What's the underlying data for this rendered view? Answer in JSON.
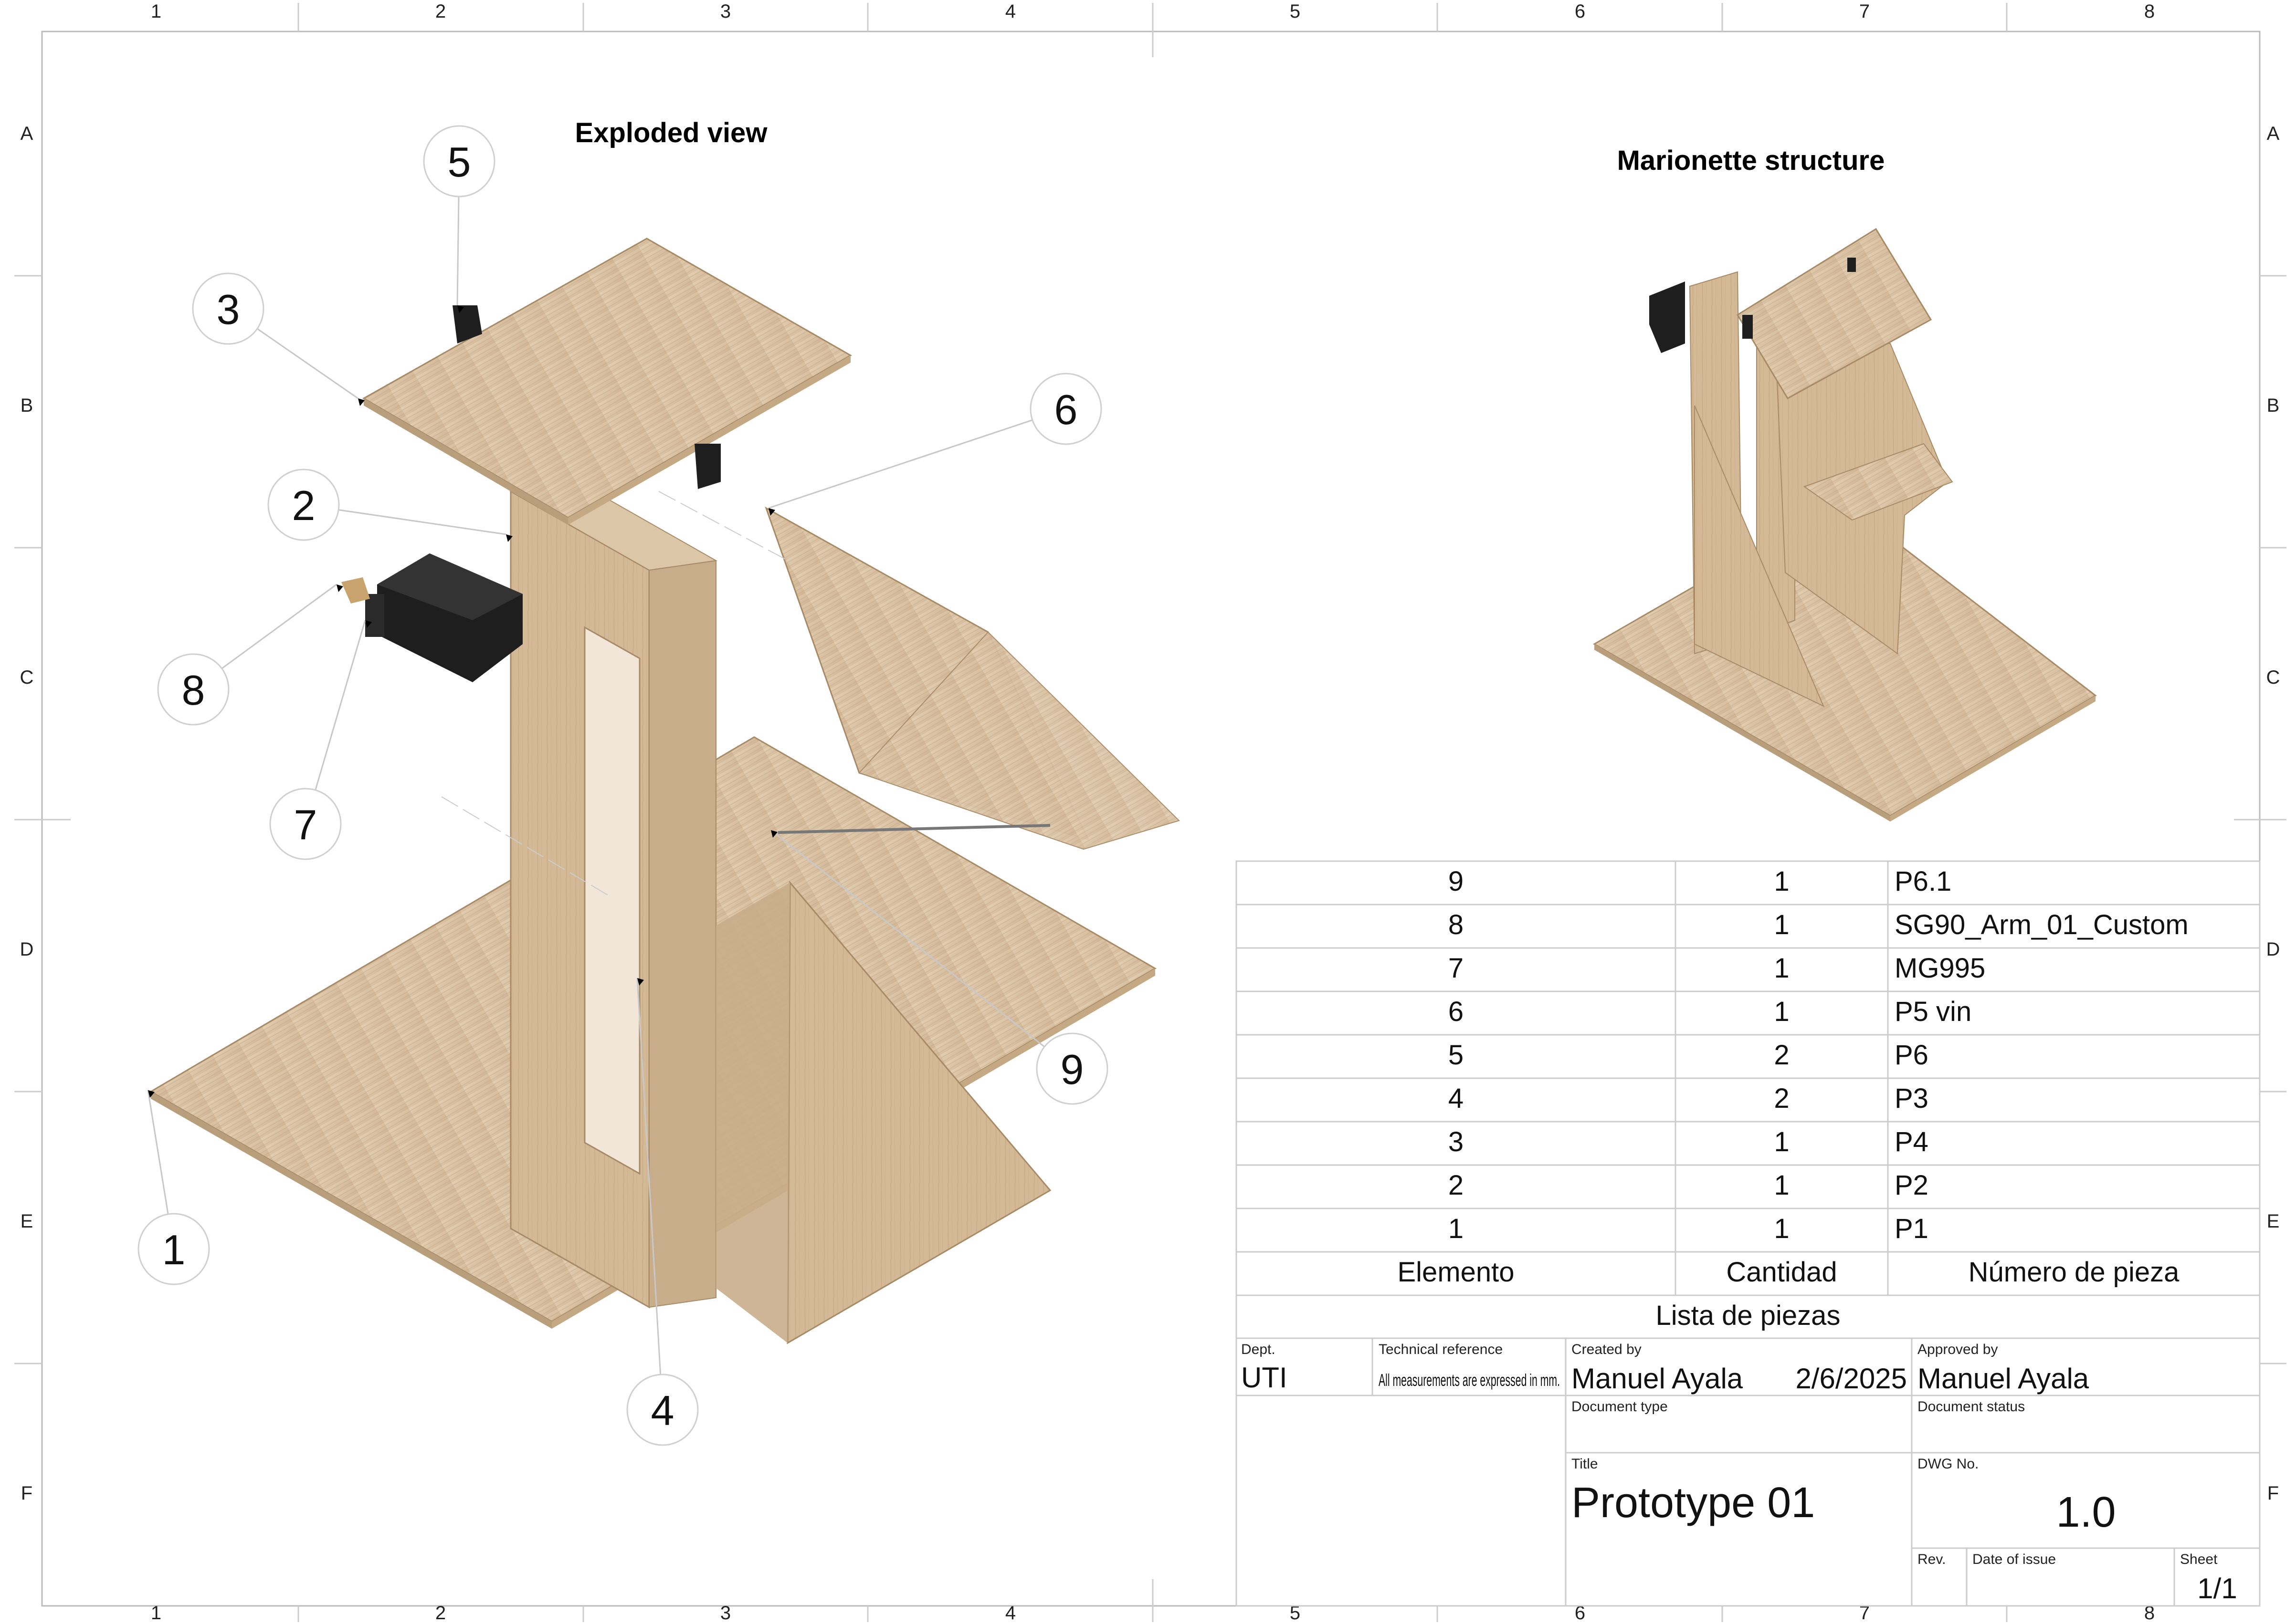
{
  "frame": {
    "columns": [
      "1",
      "2",
      "3",
      "4",
      "5",
      "6",
      "7",
      "8"
    ],
    "rows": [
      "A",
      "B",
      "C",
      "D",
      "E",
      "F"
    ]
  },
  "views": {
    "exploded_title": "Exploded view",
    "assembled_title": "Marionette structure"
  },
  "balloons": [
    {
      "label": "1"
    },
    {
      "label": "2"
    },
    {
      "label": "3"
    },
    {
      "label": "4"
    },
    {
      "label": "5"
    },
    {
      "label": "6"
    },
    {
      "label": "7"
    },
    {
      "label": "8"
    },
    {
      "label": "9"
    }
  ],
  "bom": {
    "rows": [
      {
        "element": "9",
        "qty": "1",
        "part": "P6.1"
      },
      {
        "element": "8",
        "qty": "1",
        "part": "SG90_Arm_01_Custom"
      },
      {
        "element": "7",
        "qty": "1",
        "part": "MG995"
      },
      {
        "element": "6",
        "qty": "1",
        "part": "P5 vin"
      },
      {
        "element": "5",
        "qty": "2",
        "part": "P6"
      },
      {
        "element": "4",
        "qty": "2",
        "part": "P3"
      },
      {
        "element": "3",
        "qty": "1",
        "part": "P4"
      },
      {
        "element": "2",
        "qty": "1",
        "part": "P2"
      },
      {
        "element": "1",
        "qty": "1",
        "part": "P1"
      }
    ],
    "header": {
      "element": "Elemento",
      "qty": "Cantidad",
      "part": "Número de pieza"
    },
    "caption": "Lista de piezas"
  },
  "title_block": {
    "dept_label": "Dept.",
    "dept_value": "UTI",
    "techref_label": "Technical reference",
    "techref_value": "All measurements are expressed in mm.",
    "created_label": "Created by",
    "created_value": "Manuel Ayala",
    "created_date": "2/6/2025",
    "approved_label": "Approved by",
    "approved_value": "Manuel Ayala",
    "doctype_label": "Document type",
    "docstatus_label": "Document status",
    "title_label": "Title",
    "title_value": "Prototype 01",
    "dwg_label": "DWG No.",
    "dwg_value": "1.0",
    "rev_label": "Rev.",
    "date_issue_label": "Date of issue",
    "sheet_label": "Sheet",
    "sheet_value": "1/1"
  },
  "colors": {
    "wood": "#d7bf9f",
    "wood_dark": "#b99e7c",
    "wood_edge": "#a88a66",
    "servo": "#1e1e1e",
    "line": "#c8c8c8"
  }
}
